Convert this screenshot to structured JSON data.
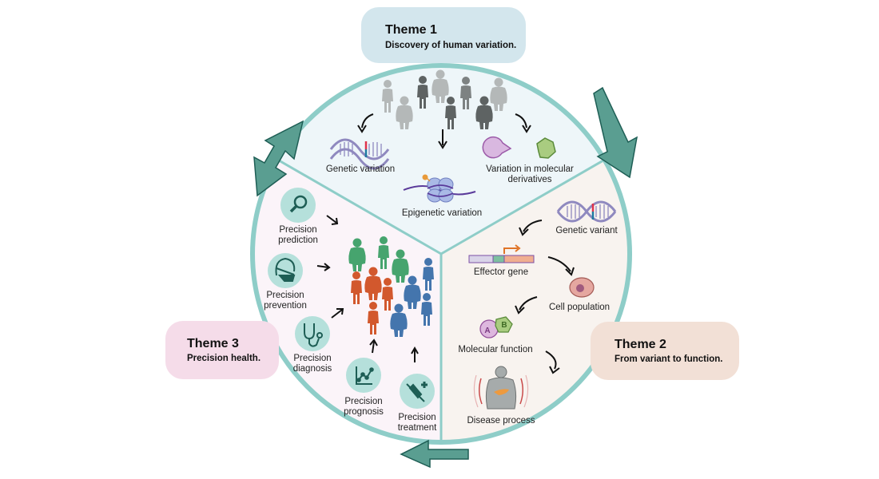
{
  "colors": {
    "ring": "#8ecdc8",
    "arrow_fill": "#5a9e91",
    "arrow_stroke": "#1e5e55",
    "theme1_bg": "#d3e6ed",
    "theme2_bg": "#f2e0d6",
    "theme3_bg": "#f5dce9",
    "sector1_bg": "#eef6f9",
    "sector2_bg": "#f8f3ef",
    "sector3_bg": "#fbf4f9",
    "icon_circle": "#b5e0db",
    "icon_stroke": "#1e5e55",
    "people_gray_light": "#b4b8b8",
    "people_gray_dark": "#5e6363",
    "people_green": "#46a46e",
    "people_orange": "#d2582d",
    "people_blue": "#4475ad"
  },
  "themes": [
    {
      "id": "theme1",
      "title": "Theme 1",
      "subtitle": "Discovery of human variation."
    },
    {
      "id": "theme2",
      "title": "Theme 2",
      "subtitle": "From variant  to function."
    },
    {
      "id": "theme3",
      "title": "Theme 3",
      "subtitle": "Precision health."
    }
  ],
  "theme1_items": {
    "genetic": "Genetic variation",
    "epigenetic": "Epigenetic variation",
    "molecular_line1": "Variation in molecular",
    "molecular_line2": "derivatives"
  },
  "theme2_items": {
    "genetic_variant": "Genetic variant",
    "effector_gene": "Effector gene",
    "cell_population": "Cell population",
    "molecular_function": "Molecular function",
    "disease_process": "Disease process",
    "label_a": "A",
    "label_b": "B"
  },
  "theme3_items": [
    {
      "line1": "Precision",
      "line2": "prediction",
      "icon": "magnifier-icon"
    },
    {
      "line1": "Precision",
      "line2": "prevention",
      "icon": "face-mask-icon"
    },
    {
      "line1": "Precision",
      "line2": "diagnosis",
      "icon": "stethoscope-icon"
    },
    {
      "line1": "Precision",
      "line2": "prognosis",
      "icon": "line-chart-icon"
    },
    {
      "line1": "Precision",
      "line2": "treatment",
      "icon": "syringe-icon"
    }
  ]
}
